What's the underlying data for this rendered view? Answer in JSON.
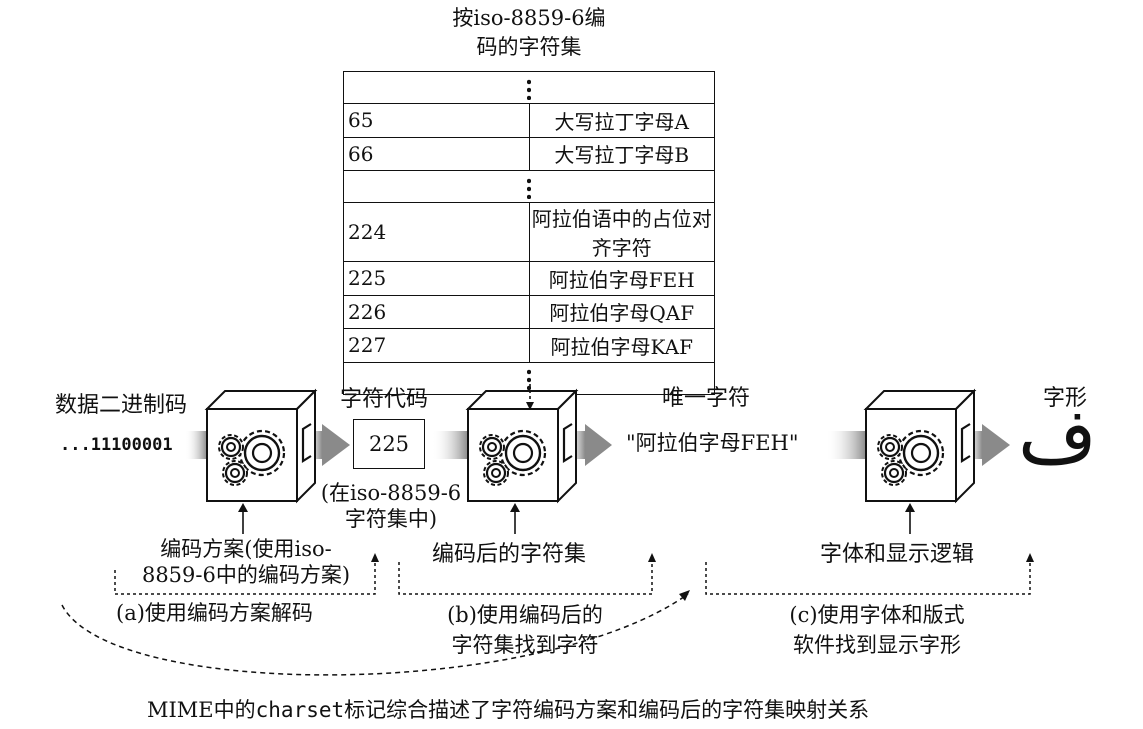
{
  "charset_table": {
    "title_line1": "按iso-8859-6编",
    "title_line2": "码的字符集",
    "rows": [
      {
        "code": "65",
        "name": "大写拉丁字母A"
      },
      {
        "code": "66",
        "name": "大写拉丁字母B"
      },
      {
        "code": "224",
        "name": "阿拉伯语中的占位对齐字符"
      },
      {
        "code": "225",
        "name": "阿拉伯字母FEH"
      },
      {
        "code": "226",
        "name": "阿拉伯字母QAF"
      },
      {
        "code": "227",
        "name": "阿拉伯字母KAF"
      }
    ]
  },
  "stages": {
    "binary_label": "数据二进制码",
    "binary_value": "...11100001",
    "code_label": "字符代码",
    "code_value": "225",
    "code_note_line1": "(在iso-8859-6",
    "code_note_line2": "字符集中)",
    "unique_label": "唯一字符",
    "unique_value": "\"阿拉伯字母FEH\"",
    "glyph_label": "字形",
    "glyph": "ف"
  },
  "inputs": {
    "scheme_line1": "编码方案(使用iso-",
    "scheme_line2": "8859-6中的编码方案)",
    "encoded_charset": "编码后的字符集",
    "font_logic": "字体和显示逻辑"
  },
  "steps": {
    "a": "(a)使用编码方案解码",
    "b_line1": "(b)使用编码后的",
    "b_line2": "字符集找到字符",
    "c_line1": "(c)使用字体和版式",
    "c_line2": "软件找到显示字形"
  },
  "caption": {
    "part1": "MIME中的",
    "part2": "charset",
    "part3": "标记综合描述了字符编码方案和编码后的字符集映射关系"
  }
}
